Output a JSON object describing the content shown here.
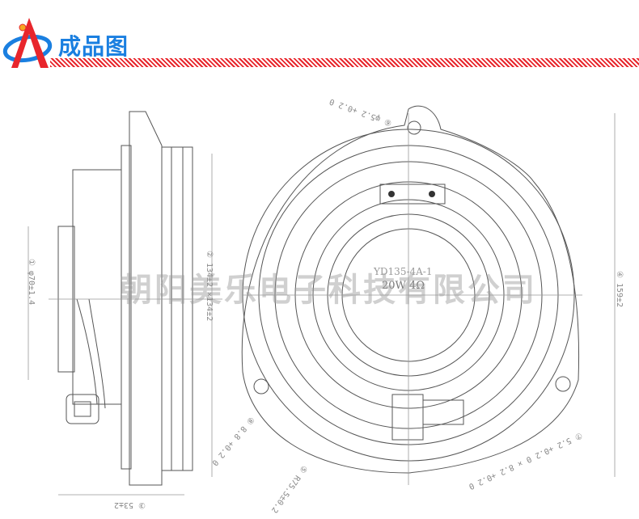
{
  "header": {
    "title": "成品图",
    "logo_icon": "red-A-blue-orbit-logo"
  },
  "watermark": "朝阳美乐电子科技有限公司",
  "label": {
    "model": "YD135-4A-1",
    "rating": "20W  4Ω"
  },
  "dimensions": {
    "d1": "① φ70±1.4",
    "d2": "② 134±2 ×134±2",
    "d3": "③ 53±2",
    "d4": "④ 159±2",
    "d5": "⑤ R75.5±0.2",
    "d6": "⑥ φ5.2 +0.2 0",
    "d7": "⑦ 5.2 +0.2 0 × 8.2 +0.2 0",
    "d8": "⑧ 8.8 +0.2 0"
  },
  "colors": {
    "title": "#1a7fe0",
    "accent": "#e8262c"
  }
}
